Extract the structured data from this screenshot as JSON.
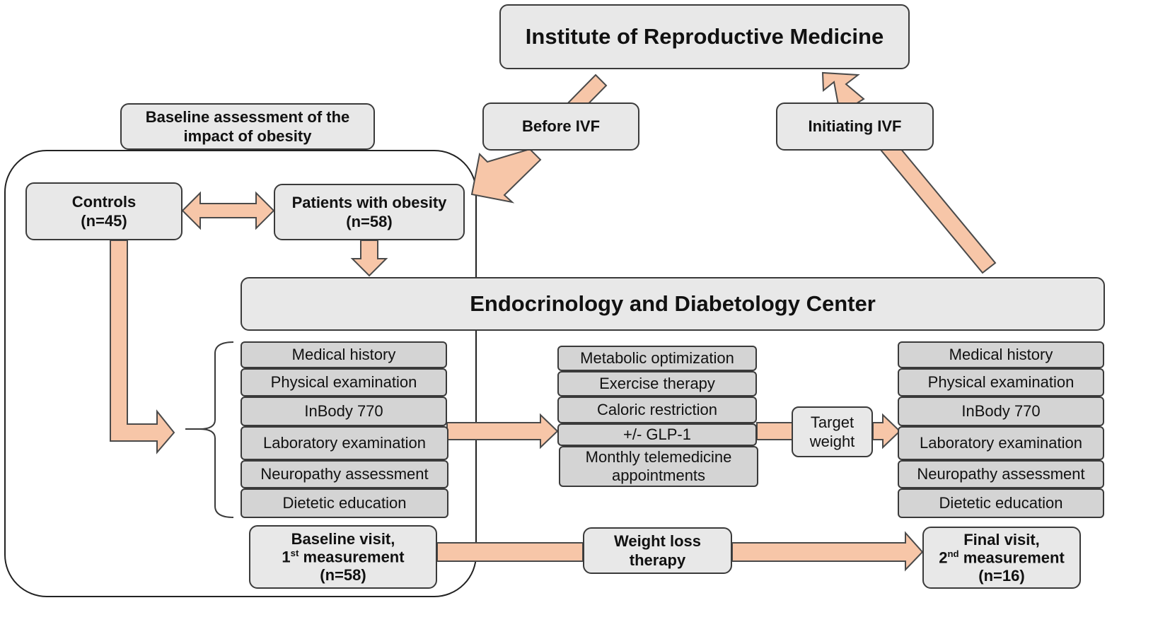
{
  "top": {
    "institute": "Institute of Reproductive Medicine",
    "before_ivf": "Before IVF",
    "initiating_ivf": "Initiating IVF"
  },
  "baseline": {
    "header_line1": "Baseline assessment of the",
    "header_line2": "impact of obesity",
    "controls_label": "Controls",
    "controls_n": "(n=45)",
    "patients_label": "Patients with obesity",
    "patients_n": "(n=58)"
  },
  "center": {
    "title": "Endocrinology and Diabetology Center"
  },
  "baseline_items": [
    "Medical history",
    "Physical examination",
    "InBody 770",
    "Laboratory examination",
    "Neuropathy assessment",
    "Dietetic education"
  ],
  "therapy_items": [
    "Metabolic optimization",
    "Exercise therapy",
    "Caloric restriction",
    "+/- GLP-1"
  ],
  "therapy_telemed": {
    "line1": "Monthly telemedicine",
    "line2": "appointments"
  },
  "target": {
    "line1": "Target",
    "line2": "weight"
  },
  "final_items": [
    "Medical history",
    "Physical examination",
    "InBody 770",
    "Laboratory examination",
    "Neuropathy assessment",
    "Dietetic education"
  ],
  "visits": {
    "baseline_line1": "Baseline visit,",
    "baseline_num": "1",
    "baseline_sup": "st",
    "baseline_rest": " measurement",
    "baseline_n": "(n=58)",
    "weight_loss_line1": "Weight loss",
    "weight_loss_line2": "therapy",
    "final_line1": "Final visit,",
    "final_num": "2",
    "final_sup": "nd",
    "final_rest": " measurement",
    "final_n": "(n=16)"
  },
  "colors": {
    "arrow_fill": "#f7c6a8",
    "arrow_stroke": "#4a4a4a",
    "box_fill": "#e8e8e8",
    "item_fill": "#d4d4d4"
  }
}
